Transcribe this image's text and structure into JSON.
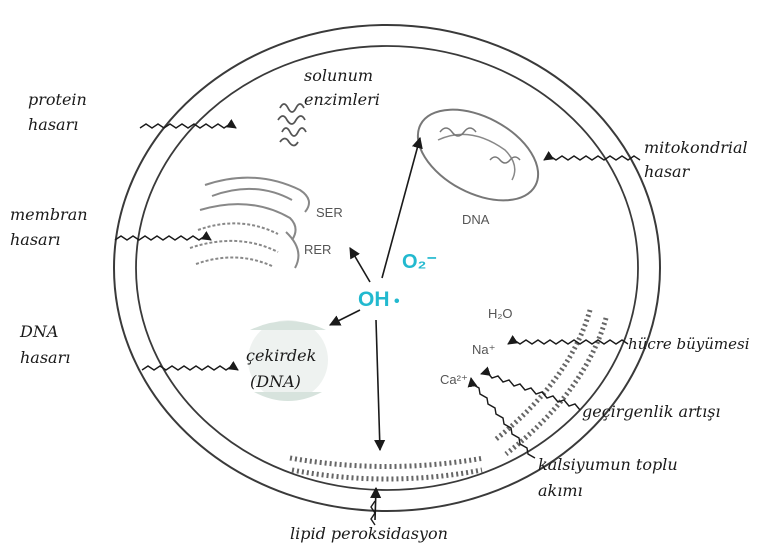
{
  "labels": {
    "protein_l1": "protein",
    "protein_l2": "hasarı",
    "membran_l1": "membran",
    "membran_l2": "hasarı",
    "dna_l1": "DNA",
    "dna_l2": "hasarı",
    "solunum_l1": "solunum",
    "solunum_l2": "enzimleri",
    "mito_l1": "mitokondrial",
    "mito_l2": "hasar",
    "cekirdek_l1": "çekirdek",
    "cekirdek_l2": "(DNA)",
    "hucre": "hücre büyümesi",
    "gecirgenlik": "geçirgenlik artışı",
    "kalsiyum_l1": "kalsiyumun toplu",
    "kalsiyum_l2": "akımı",
    "lipid": "lipid peroksidasyon",
    "ser": "SER",
    "rer": "RER",
    "mito_dna": "DNA",
    "h2o": "H₂O",
    "na": "Na⁺",
    "ca": "Ca²⁺",
    "oh": "OH",
    "o2": "O₂⁻"
  },
  "colors": {
    "radical": "#22b9cf",
    "line": "#1a1a1a",
    "organelle": "#777777"
  },
  "icons": {
    "radical_dot": "bullet"
  }
}
